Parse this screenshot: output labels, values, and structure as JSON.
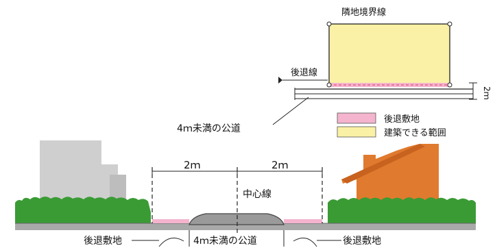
{
  "plan": {
    "boundary_label": "隣地境界線",
    "setback_line_label": "後退線",
    "road_label": "4ｍ未満の公道",
    "width_label": "2ｍ"
  },
  "legend": {
    "items": [
      {
        "label": "後退敷地",
        "color": "#f4b4cd"
      },
      {
        "label": "建築できる範囲",
        "color": "#fbf1a6"
      }
    ]
  },
  "section": {
    "left_width_label": "2ｍ",
    "right_width_label": "2ｍ",
    "centerline_label": "中心線",
    "road_label": "4ｍ未満の公道",
    "left_setback_label": "後退敷地",
    "right_setback_label": "後退敷地"
  },
  "colors": {
    "setback": "#f4b4cd",
    "buildable": "#fbf1a6",
    "hedge": "#3a9b35",
    "ground": "#a9a9a9",
    "left_house": "#cfcfcf",
    "right_house": "#e07a2e"
  }
}
